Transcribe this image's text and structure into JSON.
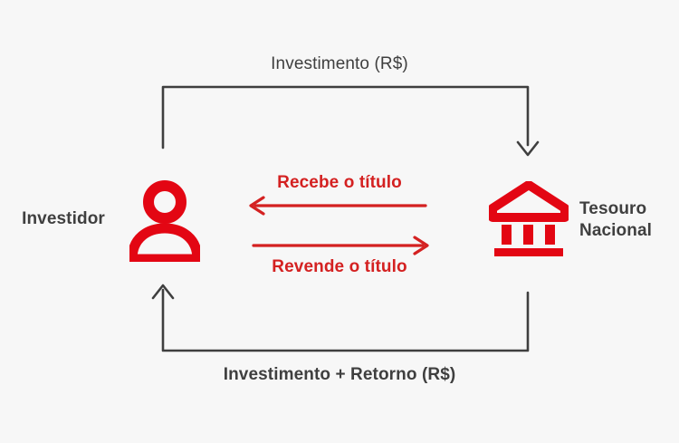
{
  "diagram": {
    "background_color": "#f7f7f7",
    "dark_color": "#3f3f3f",
    "red_color": "#d42121",
    "actors": {
      "investor": {
        "label": "Investidor",
        "icon": "person-icon"
      },
      "treasury": {
        "label_line1": "Tesouro",
        "label_line2": "Nacional",
        "icon": "bank-icon"
      }
    },
    "flows": {
      "top": {
        "label": "Investimento (R$)",
        "direction": "investor-to-treasury",
        "color": "#3f3f3f"
      },
      "bottom": {
        "label": "Investimento + Retorno (R$)",
        "direction": "treasury-to-investor",
        "color": "#3f3f3f"
      },
      "middle_upper": {
        "label": "Recebe o título",
        "direction": "treasury-to-investor",
        "color": "#d42121"
      },
      "middle_lower": {
        "label": "Revende o título",
        "direction": "investor-to-treasury",
        "color": "#d42121"
      }
    }
  }
}
